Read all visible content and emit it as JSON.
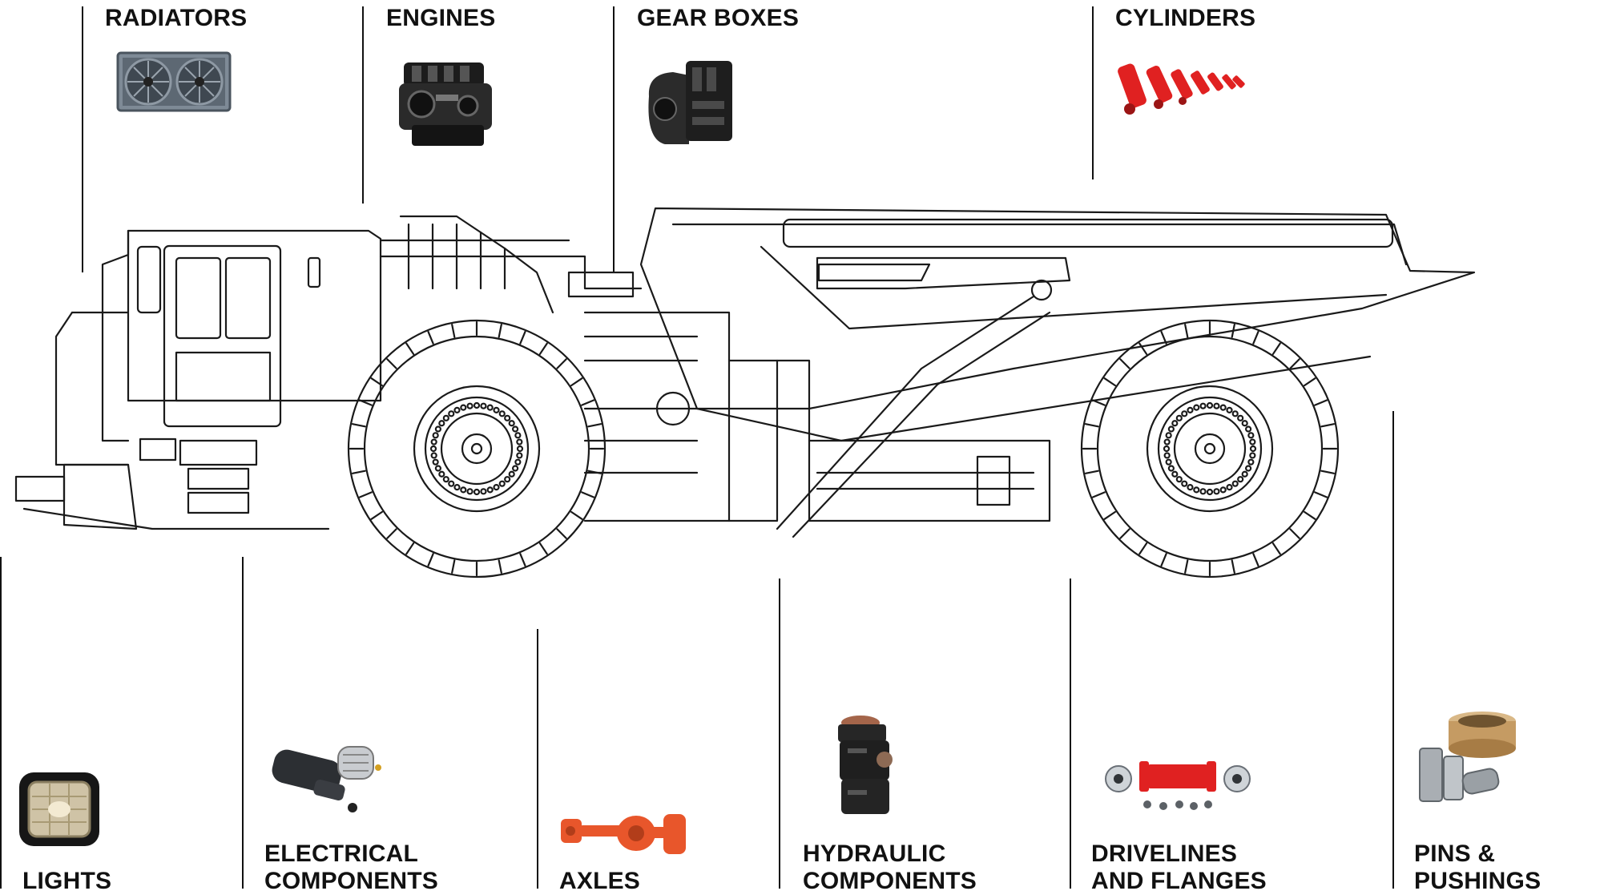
{
  "categories": {
    "radiators": {
      "label": "RADIATORS",
      "icon": "radiator-icon",
      "color": "#6d7a86"
    },
    "engines": {
      "label": "ENGINES",
      "icon": "engine-icon",
      "color": "#1b1b1b"
    },
    "gear_boxes": {
      "label": "GEAR BOXES",
      "icon": "gearbox-icon",
      "color": "#222222"
    },
    "cylinders": {
      "label": "CYLINDERS",
      "icon": "cylinder-icon",
      "color": "#e02020"
    },
    "lights": {
      "label": "LIGHTS",
      "icon": "work-light-icon",
      "color": "#1a1a1a"
    },
    "electrical": {
      "line1": "ELECTRICAL",
      "line2": "COMPONENTS",
      "icon": "starter-motor-icon",
      "color": "#444444"
    },
    "axles": {
      "label": "AXLES",
      "icon": "axle-icon",
      "color": "#e8572a"
    },
    "hydraulic": {
      "line1": "HYDRAULIC",
      "line2": "COMPONENTS",
      "icon": "hydraulic-pump-icon",
      "color": "#2a2a2a"
    },
    "drivelines": {
      "line1": "DRIVELINES",
      "line2": "AND FLANGES",
      "icon": "driveline-icon",
      "color": "#e02020"
    },
    "pins": {
      "line1": "PINS &",
      "line2": "PUSHINGS",
      "icon": "pins-bushings-icon",
      "color": "#c8a068"
    }
  },
  "truck": {
    "icon": "mining-dump-truck-icon",
    "stroke": "#1a1a1a"
  }
}
